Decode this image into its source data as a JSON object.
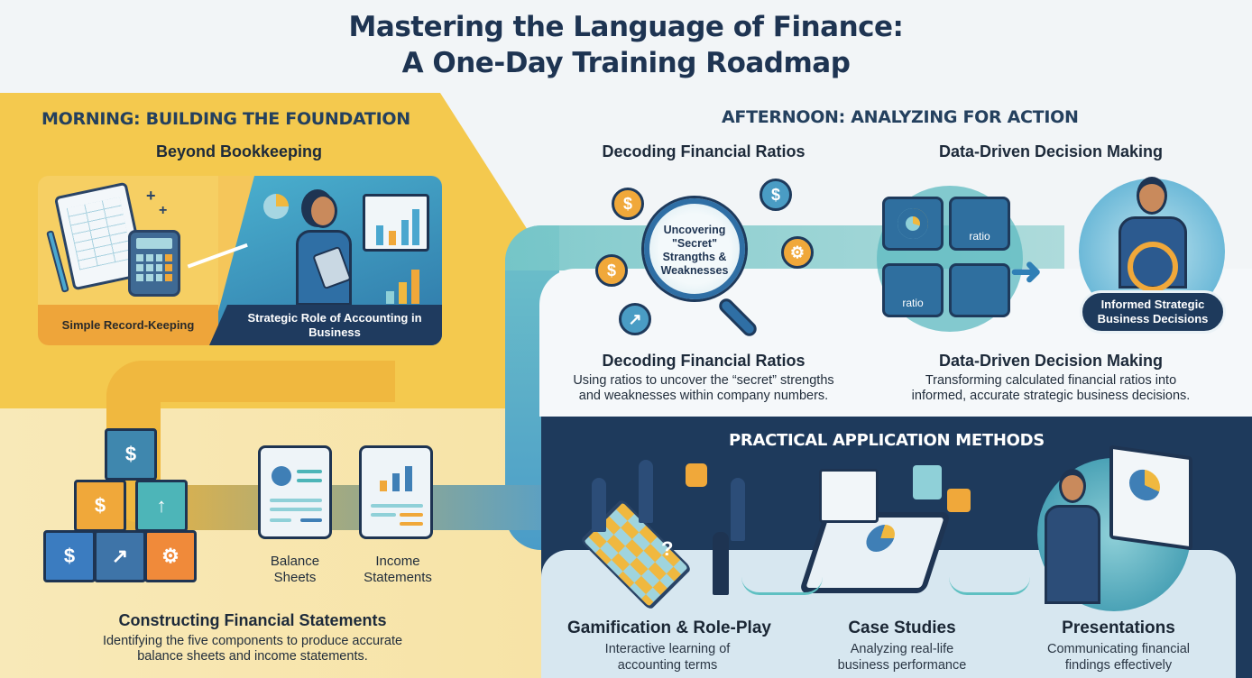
{
  "title": {
    "line1": "Mastering the Language of Finance:",
    "line2": "A One-Day Training Roadmap"
  },
  "colors": {
    "navy": "#1e3452",
    "yellow": "#f4c94e",
    "orange": "#eea53a",
    "teal": "#6fc2c9",
    "blue": "#3f8fc6",
    "dark_panel": "#1e3a5c"
  },
  "morning": {
    "heading": "MORNING: BUILDING THE FOUNDATION",
    "bookkeeping": {
      "title": "Beyond Bookkeeping",
      "left_label": "Simple Record-Keeping",
      "right_label": "Strategic Role of Accounting in Business"
    },
    "statements": {
      "doc1_label_line1": "Balance",
      "doc1_label_line2": "Sheets",
      "doc2_label_line1": "Income",
      "doc2_label_line2": "Statements",
      "title": "Constructing Financial Statements",
      "desc_line1": "Identifying the five components to produce accurate",
      "desc_line2": "balance sheets and income statements."
    }
  },
  "afternoon": {
    "heading": "AFTERNOON: ANALYZING FOR ACTION",
    "ratios": {
      "top_title": "Decoding Financial Ratios",
      "lens_text_1": "Uncovering",
      "lens_text_2": "\"Secret\"",
      "lens_text_3": "Strangths &",
      "lens_text_4": "Weaknesses",
      "title": "Decoding Financial Ratios",
      "desc_line1": "Using ratios to uncover the “secret” strengths",
      "desc_line2": "and weaknesses within company numbers."
    },
    "decision": {
      "top_title": "Data-Driven Decision Making",
      "tile_label_1": "ratio",
      "tile_label_2": "ratio",
      "pill_line1": "Informed Strategic",
      "pill_line2": "Business Decisions",
      "title": "Data-Driven Decision Making",
      "desc_line1": "Transforming calculated financial ratios into",
      "desc_line2": "informed, accurate strategic business decisions."
    }
  },
  "practical": {
    "heading": "PRACTICAL APPLICATION METHODS",
    "methods": [
      {
        "title": "Gamification & Role-Play",
        "desc_line1": "Interactive learning of",
        "desc_line2": "accounting terms"
      },
      {
        "title": "Case Studies",
        "desc_line1": "Analyzing real-life",
        "desc_line2": "business performance"
      },
      {
        "title": "Presentations",
        "desc_line1": "Communicating financial",
        "desc_line2": "findings effectively"
      }
    ]
  }
}
